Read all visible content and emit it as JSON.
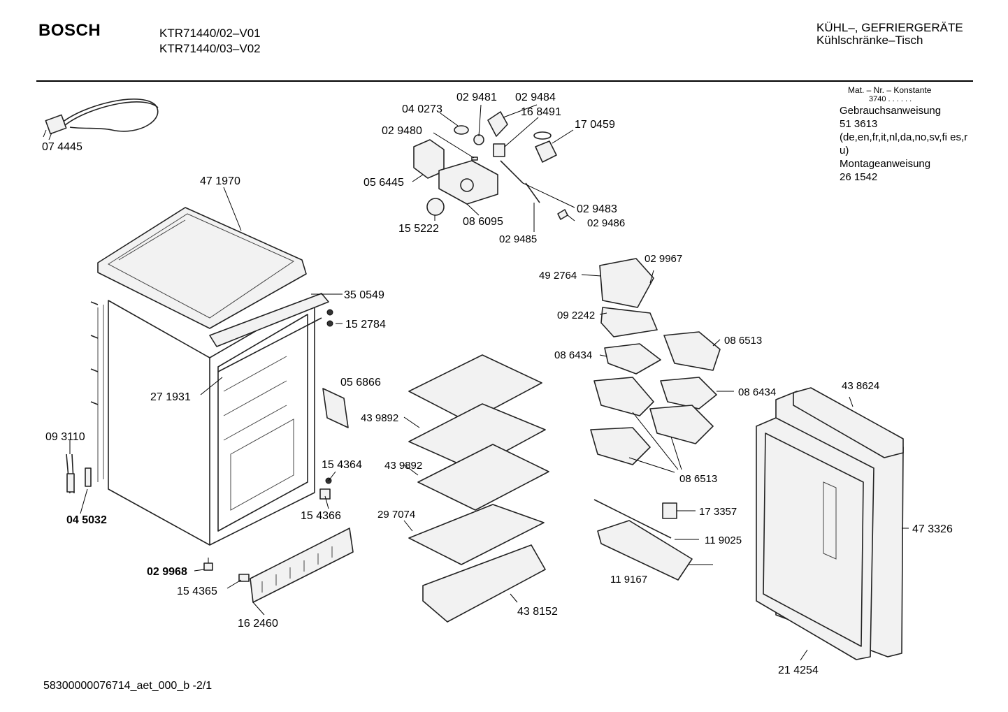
{
  "header": {
    "brand": "BOSCH",
    "models": [
      "KTR71440/02–V01",
      "KTR71440/03–V02"
    ],
    "category": [
      "KÜHL–, GEFRIERGERÄTE",
      "Kühlschränke–Tisch"
    ]
  },
  "info": {
    "mat_nr": "Mat. – Nr. – Konstante",
    "konstante": "3740  .  .  .  .  .  .",
    "lines": [
      "Gebrauchsanweisung",
      "51 3613",
      "(de,en,fr,it,nl,da,no,sv,fi es,ru)",
      "Montageanweisung",
      "26 1542"
    ]
  },
  "parts": {
    "cord": "07 4445",
    "top_lid": "47 1970",
    "top_rail": "35 0549",
    "screw_top": "15 2784",
    "frame": "27 1931",
    "plate": "05 6866",
    "sensor_a": "09 3110",
    "sensor_b": "04 5032",
    "pin_upper": "15 4364",
    "hinge_lower": "15 4366",
    "foot": "02 9968",
    "clip": "15 4365",
    "grille": "16 2460",
    "bulb_holder": "04 0273",
    "p_029481": "02 9481",
    "p_029484": "02 9484",
    "p_168491": "16 8491",
    "p_170459": "17 0459",
    "p_029480": "02 9480",
    "p_056445": "05 6445",
    "p_155222": "15 5222",
    "p_086095": "08 6095",
    "p_029483": "02 9483",
    "p_029486": "02 9486",
    "p_029485": "02 9485",
    "shelf_a": "43 9892",
    "shelf_b": "43 9892",
    "shelf_c": "29 7074",
    "crisper": "43 8152",
    "p_029967": "02 9967",
    "p_492764": "49 2764",
    "p_092242": "09 2242",
    "p_086513_top": "08 6513",
    "p_086434_left": "08 6434",
    "p_086434_right": "08 6434",
    "p_086513_bottom": "08 6513",
    "p_173357": "17 3357",
    "p_119025": "11  9025",
    "p_119167": "11  9167",
    "p_438624": "43 8624",
    "p_473326": "47 3326",
    "p_214254": "21 4254"
  },
  "footer": "58300000076714_aet_000_b  -2/1"
}
